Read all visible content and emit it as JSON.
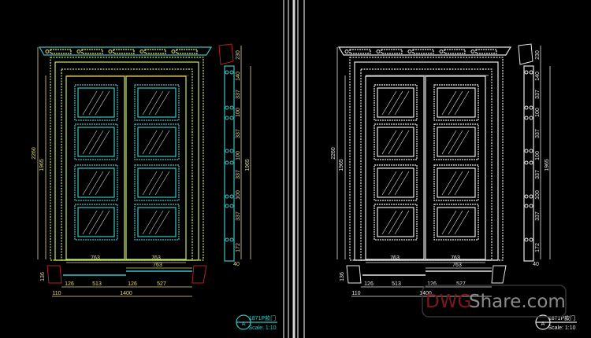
{
  "colors": {
    "background": "#000000",
    "frame": "#c8e86a",
    "ornament": "#e8e860",
    "door": "#39c4c4",
    "glass": "#cfd0d0",
    "dimension": "#e0d890",
    "section_red": "#b02030",
    "plain": "#e8e8e8",
    "watermark_red": "#7a1820",
    "watermark_grey": "#8a8a8a"
  },
  "panels": [
    {
      "style": "colored"
    },
    {
      "style": "monochrome"
    }
  ],
  "dimensions": {
    "overall_height": "2260",
    "door_height": "1965",
    "leaf_width_left": "763",
    "leaf_width_right": "763",
    "plan_top": "763",
    "plan_left_gap": "126",
    "plan_left_span": "513",
    "plan_mid_gap": "126",
    "plan_right_span": "527",
    "plan_total": "1400",
    "plan_side": "110",
    "plan_depth": "136",
    "section_cornice": "230",
    "section_top": "140",
    "section_panel": "337",
    "section_rail": "100",
    "section_bottom": "172",
    "section_total": "1965",
    "section_foot": "40"
  },
  "title_block": {
    "symbol": "A",
    "title": "1871P款门",
    "scale": "Scale: 1:10"
  },
  "watermark": {
    "part1": "DWG",
    "part2": "Share.com"
  }
}
